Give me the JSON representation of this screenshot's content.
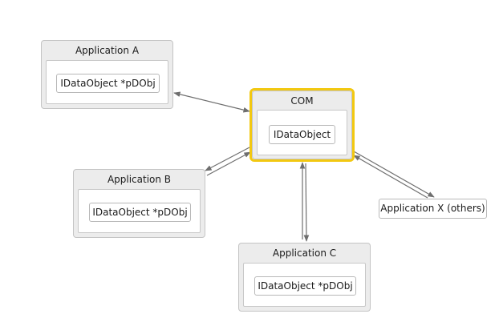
{
  "diagram": {
    "groups": {
      "app_a": {
        "title": "Application A",
        "node": "IDataObject *pDObj"
      },
      "com": {
        "title": "COM",
        "node": "IDataObject"
      },
      "app_b": {
        "title": "Application B",
        "node": "IDataObject *pDObj"
      },
      "app_c": {
        "title": "Application C",
        "node": "IDataObject *pDObj"
      }
    },
    "standalone": {
      "app_x": {
        "label": "Application X (others)"
      }
    },
    "colors": {
      "highlight": "#f2c811",
      "edge": "#6e6e6e",
      "group_fill": "#ececec",
      "group_border": "#c4c4c4"
    },
    "edges": [
      {
        "from": "app_a",
        "to": "com",
        "style": "bidirectional"
      },
      {
        "from": "app_b",
        "to": "com",
        "style": "two-way-pair"
      },
      {
        "from": "app_c",
        "to": "com",
        "style": "two-way-pair"
      },
      {
        "from": "app_x",
        "to": "com",
        "style": "two-way-pair"
      }
    ]
  }
}
